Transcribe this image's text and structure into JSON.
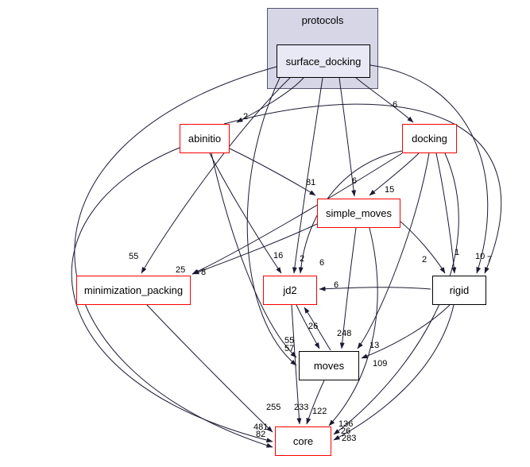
{
  "diagram": {
    "cluster": {
      "label": "protocols"
    },
    "nodes": {
      "surface_docking": {
        "label": "surface_docking"
      },
      "abinitio": {
        "label": "abinitio"
      },
      "docking": {
        "label": "docking"
      },
      "simple_moves": {
        "label": "simple_moves"
      },
      "minimization_packing": {
        "label": "minimization_packing"
      },
      "jd2": {
        "label": "jd2"
      },
      "rigid": {
        "label": "rigid"
      },
      "moves": {
        "label": "moves"
      },
      "core": {
        "label": "core"
      }
    },
    "edges": [
      {
        "from": "surface_docking",
        "to": "abinitio",
        "count": "2"
      },
      {
        "from": "surface_docking",
        "to": "docking",
        "count": "6"
      },
      {
        "from": "surface_docking",
        "to": "simple_moves",
        "count": "6"
      },
      {
        "from": "docking",
        "to": "simple_moves",
        "count": "15"
      },
      {
        "from": "abinitio",
        "to": "simple_moves",
        "count": "81"
      },
      {
        "from": "surface_docking",
        "to": "jd2",
        "count": "2"
      },
      {
        "from": "abinitio",
        "to": "jd2",
        "count": "16"
      },
      {
        "from": "docking",
        "to": "jd2",
        "count": "6"
      },
      {
        "from": "rigid",
        "to": "jd2",
        "count": "6"
      },
      {
        "from": "surface_docking",
        "to": "minimization_packing",
        "count": "55"
      },
      {
        "from": "docking",
        "to": "minimization_packing",
        "count": "25"
      },
      {
        "from": "simple_moves",
        "to": "minimization_packing",
        "count": "8"
      },
      {
        "from": "docking",
        "to": "rigid",
        "count": "1"
      },
      {
        "from": "simple_moves",
        "to": "rigid",
        "count": "2"
      },
      {
        "from": "surface_docking",
        "to": "rigid",
        "count": "10"
      },
      {
        "from": "abinitio",
        "to": "rigid",
        "count": "7"
      },
      {
        "from": "jd2",
        "to": "moves",
        "count": "26"
      },
      {
        "from": "moves",
        "to": "jd2",
        "count": ""
      },
      {
        "from": "simple_moves",
        "to": "moves",
        "count": "248"
      },
      {
        "from": "abinitio",
        "to": "moves",
        "count": "55"
      },
      {
        "from": "surface_docking",
        "to": "moves",
        "count": "57"
      },
      {
        "from": "docking",
        "to": "moves",
        "count": "13"
      },
      {
        "from": "rigid",
        "to": "moves",
        "count": "109"
      },
      {
        "from": "minimization_packing",
        "to": "core",
        "count": "255"
      },
      {
        "from": "jd2",
        "to": "core",
        "count": "233"
      },
      {
        "from": "moves",
        "to": "core",
        "count": "122"
      },
      {
        "from": "abinitio",
        "to": "core",
        "count": "481"
      },
      {
        "from": "surface_docking",
        "to": "core",
        "count": "82"
      },
      {
        "from": "docking",
        "to": "core",
        "count": "136"
      },
      {
        "from": "rigid",
        "to": "core",
        "count": "26"
      },
      {
        "from": "simple_moves",
        "to": "core",
        "count": "283"
      }
    ],
    "colors": {
      "cluster_fill": "#d6d6e6",
      "cluster_border": "#54546e",
      "edge_color": "#1a1a33",
      "label_color": "#000000",
      "node_fill": "#ffffff",
      "node_border_dark": "#000000",
      "node_border_red": "#ff0000",
      "inner_node_fill": "#e9e9f6"
    }
  }
}
